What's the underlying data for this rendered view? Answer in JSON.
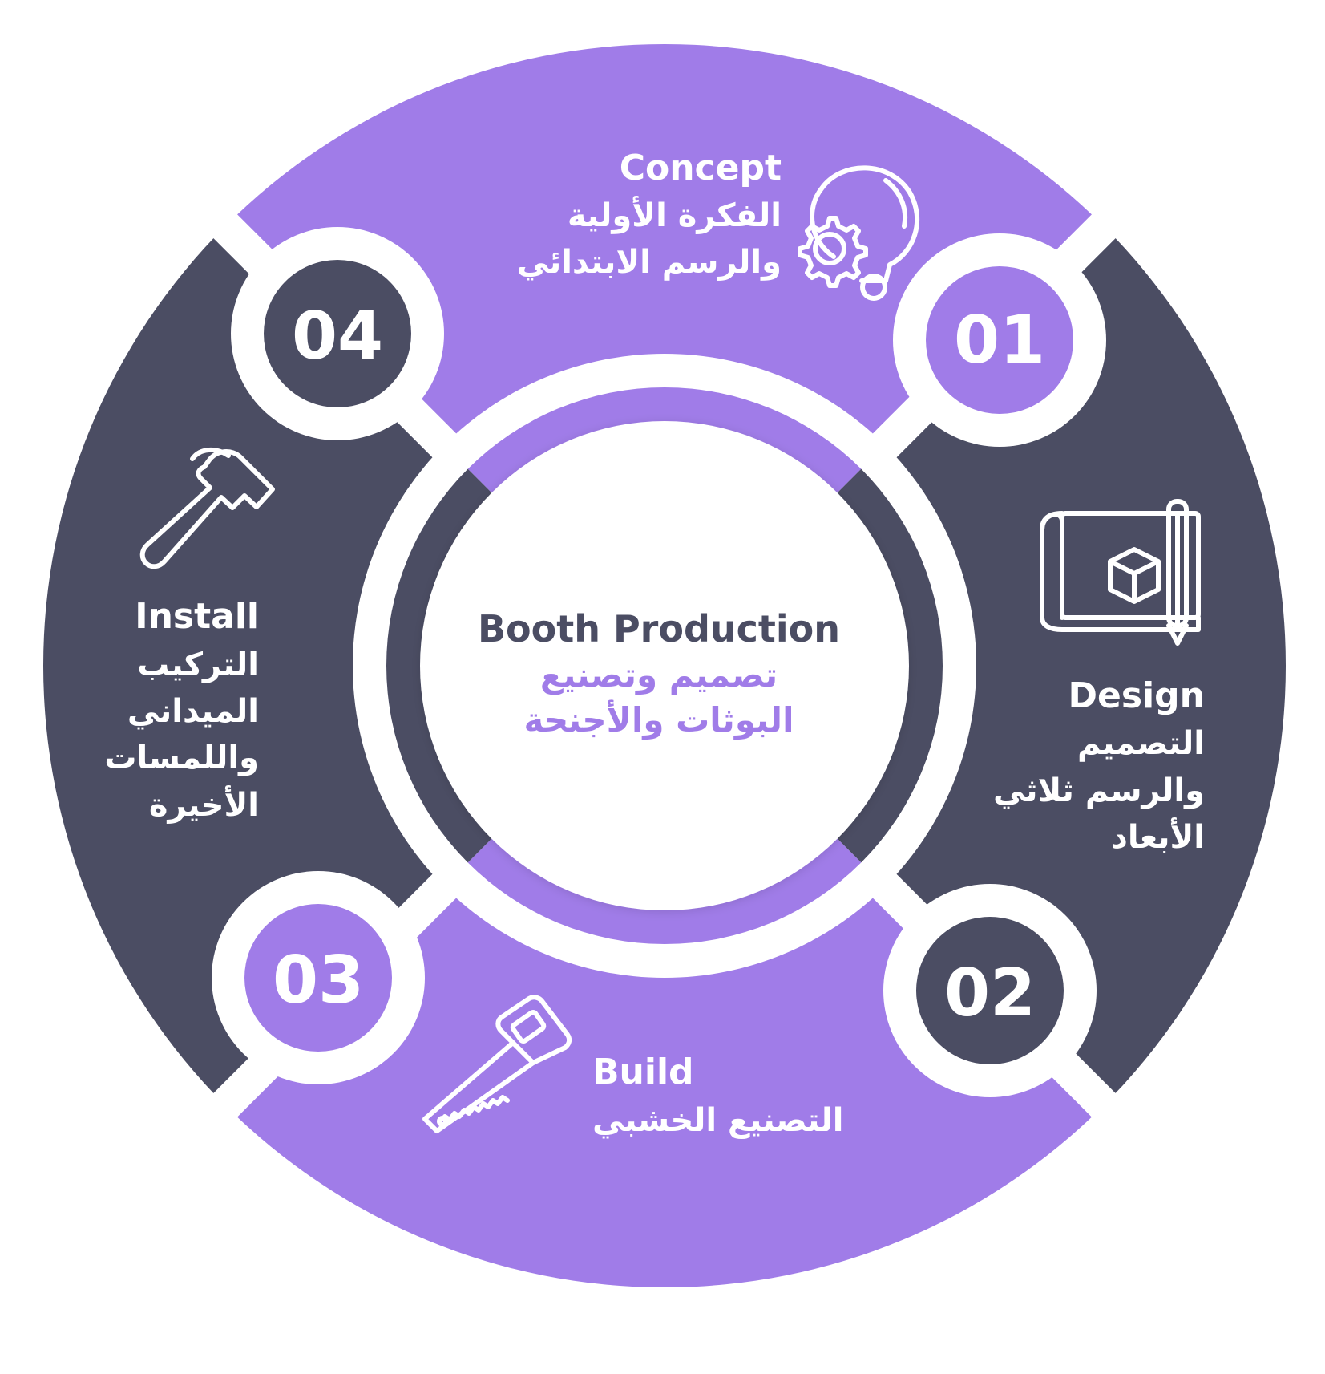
{
  "colors": {
    "purple": "#A07CE8",
    "dark": "#4B4D63",
    "gap": "#FFFFFF"
  },
  "center": {
    "title": "Booth Production",
    "subtitle_line1": "تصميم وتصنيع",
    "subtitle_line2": "البوثات والأجنحة"
  },
  "steps": [
    {
      "number": "01",
      "title": "Concept",
      "ar_lines": [
        "الفكرة الأولية",
        "والرسم الابتدائي"
      ],
      "icon": "lightbulb-gear-icon"
    },
    {
      "number": "02",
      "title": "Design",
      "ar_lines": [
        "التصميم",
        "والرسم ثلاثي",
        "الأبعاد"
      ],
      "icon": "blueprint-icon"
    },
    {
      "number": "03",
      "title": "Build",
      "ar_lines": [
        "التصنيع الخشبي"
      ],
      "icon": "saw-icon"
    },
    {
      "number": "04",
      "title": "Install",
      "ar_lines": [
        "التركيب",
        "الميداني",
        "واللمسات",
        "الأخيرة"
      ],
      "icon": "hammer-icon"
    }
  ]
}
